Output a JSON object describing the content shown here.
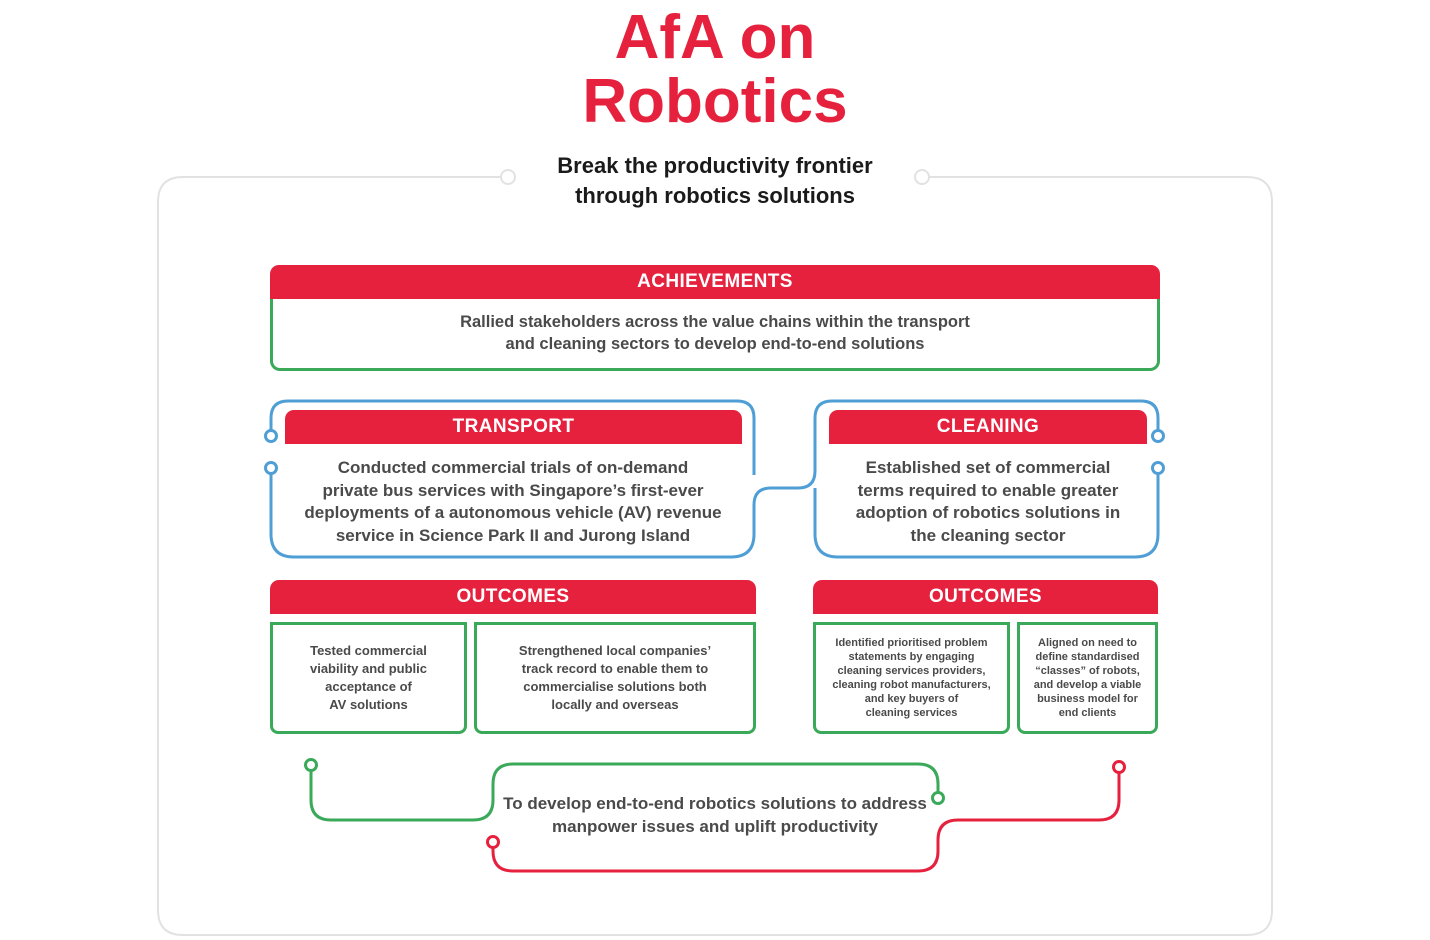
{
  "title": {
    "line1": "AfA on",
    "line2": "Robotics"
  },
  "subtitle": {
    "line1": "Break the productivity frontier",
    "line2": "through robotics solutions"
  },
  "achievements": {
    "heading": "ACHIEVEMENTS",
    "line1": "Rallied stakeholders across the value chains within the transport",
    "line2": "and cleaning sectors to develop end-to-end solutions"
  },
  "transport": {
    "heading": "TRANSPORT",
    "lines": [
      "Conducted commercial trials of on-demand",
      "private bus services with Singapore’s first-ever",
      "deployments of a autonomous vehicle (AV) revenue",
      "service in Science Park II and Jurong Island"
    ]
  },
  "cleaning": {
    "heading": "CLEANING",
    "lines": [
      "Established set of commercial",
      "terms required to enable greater",
      "adoption of robotics solutions in",
      "the cleaning sector"
    ]
  },
  "transport_outcomes": {
    "heading": "OUTCOMES",
    "item1": [
      "Tested commercial",
      "viability and public",
      "acceptance of",
      "AV solutions"
    ],
    "item2": [
      "Strengthened local companies’",
      "track record to enable them to",
      "commercialise solutions both",
      "locally and overseas"
    ]
  },
  "cleaning_outcomes": {
    "heading": "OUTCOMES",
    "item1": [
      "Identified prioritised problem",
      "statements by engaging",
      "cleaning services providers,",
      "cleaning robot manufacturers,",
      "and key buyers of",
      "cleaning services"
    ],
    "item2": [
      "Aligned on need to",
      "define standardised",
      "“classes” of robots,",
      "and develop a viable",
      "business model for",
      "end clients"
    ]
  },
  "goal": {
    "line1": "To develop end-to-end robotics solutions to address",
    "line2": "manpower issues and uplift productivity"
  },
  "colors": {
    "red": "#e6213e",
    "green": "#3aaa5a",
    "blue": "#4f9fd6",
    "frame": "#e2e2e2"
  }
}
